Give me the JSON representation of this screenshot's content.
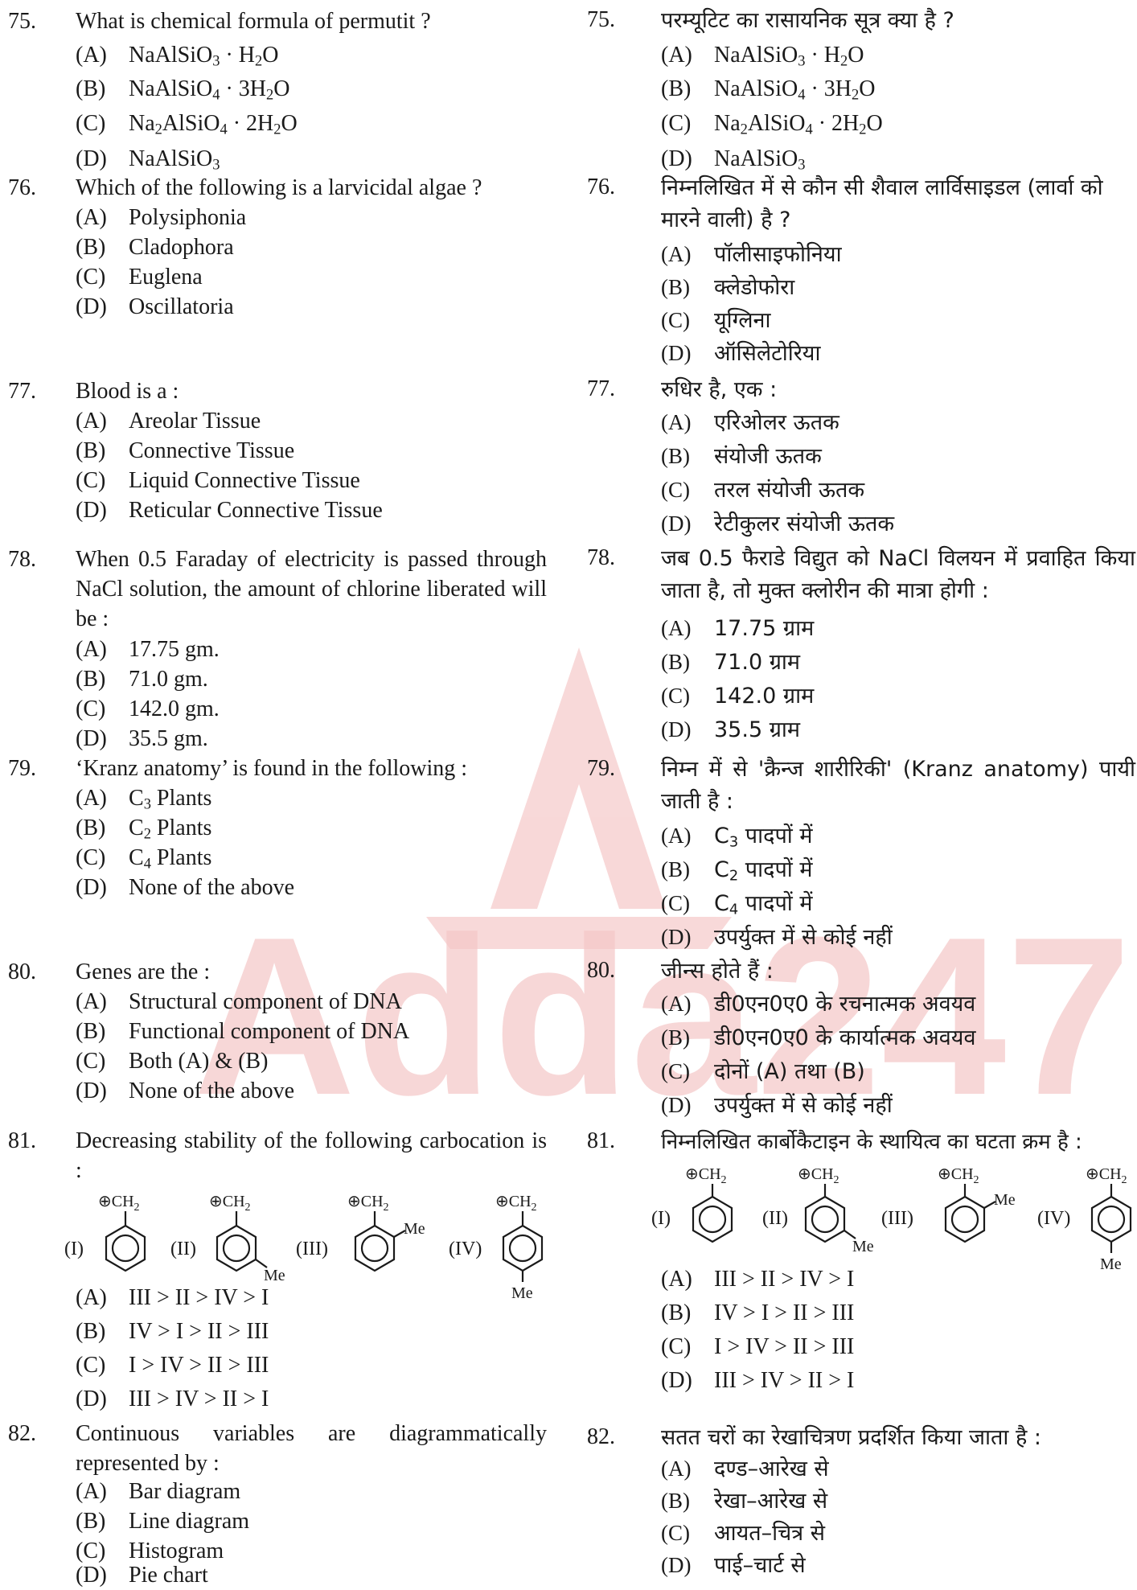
{
  "watermark": {
    "brand": "Adda247",
    "color": "#f4c7c7"
  },
  "english": {
    "q75": {
      "num": "75.",
      "text": "What is chemical formula of permutit ?",
      "options": [
        {
          "label": "(A)",
          "f1": "NaAlSiO",
          "s1": "3",
          "f2": " · H",
          "s2": "2",
          "f3": "O"
        },
        {
          "label": "(B)",
          "f1": "NaAlSiO",
          "s1": "4",
          "f2": " · 3H",
          "s2": "2",
          "f3": "O"
        },
        {
          "label": "(C)",
          "f1": "Na",
          "s1": "2",
          "f2": "AlSiO",
          "s2": "4",
          "f3": " · 2H",
          "s3": "2",
          "f4": "O"
        },
        {
          "label": "(D)",
          "f1": "NaAlSiO",
          "s1": "3"
        }
      ]
    },
    "q76": {
      "num": "76.",
      "text": "Which of the following is a larvicidal algae ?",
      "options": [
        {
          "label": "(A)",
          "text": "Polysiphonia"
        },
        {
          "label": "(B)",
          "text": "Cladophora"
        },
        {
          "label": "(C)",
          "text": "Euglena"
        },
        {
          "label": "(D)",
          "text": "Oscillatoria"
        }
      ]
    },
    "q77": {
      "num": "77.",
      "text": "Blood is a :",
      "options": [
        {
          "label": "(A)",
          "text": "Areolar Tissue"
        },
        {
          "label": "(B)",
          "text": "Connective Tissue"
        },
        {
          "label": "(C)",
          "text": "Liquid Connective Tissue"
        },
        {
          "label": "(D)",
          "text": "Reticular Connective Tissue"
        }
      ]
    },
    "q78": {
      "num": "78.",
      "text": "When 0.5 Faraday of electricity is passed through NaCl solution, the amount of chlorine liberated will be :",
      "options": [
        {
          "label": "(A)",
          "text": "17.75 gm."
        },
        {
          "label": "(B)",
          "text": "71.0 gm."
        },
        {
          "label": "(C)",
          "text": "142.0 gm."
        },
        {
          "label": "(D)",
          "text": "35.5 gm."
        }
      ]
    },
    "q79": {
      "num": "79.",
      "text": "‘Kranz anatomy’ is found in the following :",
      "options": [
        {
          "label": "(A)",
          "f1": "C",
          "s1": "3",
          "f2": " Plants"
        },
        {
          "label": "(B)",
          "f1": "C",
          "s1": "2",
          "f2": " Plants"
        },
        {
          "label": "(C)",
          "f1": "C",
          "s1": "4",
          "f2": " Plants"
        },
        {
          "label": "(D)",
          "text": "None of the above"
        }
      ]
    },
    "q80": {
      "num": "80.",
      "text": "Genes are the :",
      "options": [
        {
          "label": "(A)",
          "text": "Structural component of DNA"
        },
        {
          "label": "(B)",
          "text": "Functional component of DNA"
        },
        {
          "label": "(C)",
          "text": "Both (A) & (B)"
        },
        {
          "label": "(D)",
          "text": "None of the above"
        }
      ]
    },
    "q81": {
      "num": "81.",
      "text": "Decreasing stability of the following carbocation is :",
      "structures": [
        "(I)",
        "(II)",
        "(III)",
        "(IV)"
      ],
      "options": [
        {
          "label": "(A)",
          "text": "III > II > IV > I"
        },
        {
          "label": "(B)",
          "text": "IV > I > II > III"
        },
        {
          "label": "(C)",
          "text": "I > IV > II > III"
        },
        {
          "label": "(D)",
          "text": "III > IV > II > I"
        }
      ]
    },
    "q82": {
      "num": "82.",
      "text": "Continuous variables are diagrammatically represented by :",
      "options": [
        {
          "label": "(A)",
          "text": "Bar diagram"
        },
        {
          "label": "(B)",
          "text": "Line diagram"
        },
        {
          "label": "(C)",
          "text": "Histogram"
        },
        {
          "label": "(D)",
          "text": "Pie chart"
        }
      ]
    }
  },
  "hindi": {
    "q75": {
      "num": "75.",
      "text": "परम्यूटिट का रासायनिक सूत्र क्या है ?",
      "options": [
        {
          "label": "(A)",
          "f1": "NaAlSiO",
          "s1": "3",
          "f2": " · H",
          "s2": "2",
          "f3": "O"
        },
        {
          "label": "(B)",
          "f1": "NaAlSiO",
          "s1": "4",
          "f2": " · 3H",
          "s2": "2",
          "f3": "O"
        },
        {
          "label": "(C)",
          "f1": "Na",
          "s1": "2",
          "f2": "AlSiO",
          "s2": "4",
          "f3": " · 2H",
          "s3": "2",
          "f4": "O"
        },
        {
          "label": "(D)",
          "f1": "NaAlSiO",
          "s1": "3"
        }
      ]
    },
    "q76": {
      "num": "76.",
      "text": "निम्नलिखित में से कौन सी शैवाल लार्विसाइडल (लार्वा को मारने वाली) है ?",
      "options": [
        {
          "label": "(A)",
          "text": "पॉलीसाइफोनिया"
        },
        {
          "label": "(B)",
          "text": "क्लेडोफोरा"
        },
        {
          "label": "(C)",
          "text": "यूग्लिना"
        },
        {
          "label": "(D)",
          "text": "ऑसिलेटोरिया"
        }
      ]
    },
    "q77": {
      "num": "77.",
      "text": "रुधिर है, एक :",
      "options": [
        {
          "label": "(A)",
          "text": "एरिओलर ऊतक"
        },
        {
          "label": "(B)",
          "text": "संयोजी ऊतक"
        },
        {
          "label": "(C)",
          "text": "तरल संयोजी ऊतक"
        },
        {
          "label": "(D)",
          "text": "रेटीकुलर संयोजी ऊतक"
        }
      ]
    },
    "q78": {
      "num": "78.",
      "text": "जब 0.5 फैराडे विद्युत को NaCl विलयन में प्रवाहित किया जाता है, तो मुक्त क्लोरीन की मात्रा होगी :",
      "options": [
        {
          "label": "(A)",
          "text": "17.75 ग्राम"
        },
        {
          "label": "(B)",
          "text": "71.0 ग्राम"
        },
        {
          "label": "(C)",
          "text": "142.0 ग्राम"
        },
        {
          "label": "(D)",
          "text": "35.5 ग्राम"
        }
      ]
    },
    "q79": {
      "num": "79.",
      "text": "निम्न में से 'क्रैन्ज शारीरिकी' (Kranz anatomy) पायी जाती है :",
      "options": [
        {
          "label": "(A)",
          "f1": "C",
          "s1": "3",
          "f2": " पादपों में"
        },
        {
          "label": "(B)",
          "f1": "C",
          "s1": "2",
          "f2": " पादपों में"
        },
        {
          "label": "(C)",
          "f1": "C",
          "s1": "4",
          "f2": " पादपों में"
        },
        {
          "label": "(D)",
          "text": "उपर्युक्त में से कोई नहीं"
        }
      ]
    },
    "q80": {
      "num": "80.",
      "text": "जीन्स होते हैं :",
      "options": [
        {
          "label": "(A)",
          "text": "डी0एन0ए0 के रचनात्मक अवयव"
        },
        {
          "label": "(B)",
          "text": "डी0एन0ए0 के कार्यात्मक अवयव"
        },
        {
          "label": "(C)",
          "text": "दोनों (A) तथा (B)"
        },
        {
          "label": "(D)",
          "text": "उपर्युक्त में से कोई नहीं"
        }
      ]
    },
    "q81": {
      "num": "81.",
      "text": "निम्नलिखित कार्बोकैटाइन के स्थायित्व का घटता क्रम है :",
      "structures": [
        "(I)",
        "(II)",
        "(III)",
        "(IV)"
      ],
      "options": [
        {
          "label": "(A)",
          "text": "III > II > IV > I"
        },
        {
          "label": "(B)",
          "text": "IV > I > II > III"
        },
        {
          "label": "(C)",
          "text": "I > IV > II > III"
        },
        {
          "label": "(D)",
          "text": "III > IV > II > I"
        }
      ]
    },
    "q82": {
      "num": "82.",
      "text": "सतत चरों का रेखाचित्रण प्रदर्शित किया जाता है :",
      "options": [
        {
          "label": "(A)",
          "text": "दण्ड–आरेख से"
        },
        {
          "label": "(B)",
          "text": "रेखा–आरेख से"
        },
        {
          "label": "(C)",
          "text": "आयत–चित्र से"
        },
        {
          "label": "(D)",
          "text": "पाई–चार्ट से"
        }
      ]
    }
  },
  "chem": {
    "group": "⊕CH",
    "group_sub": "2",
    "methyl": "Me"
  }
}
